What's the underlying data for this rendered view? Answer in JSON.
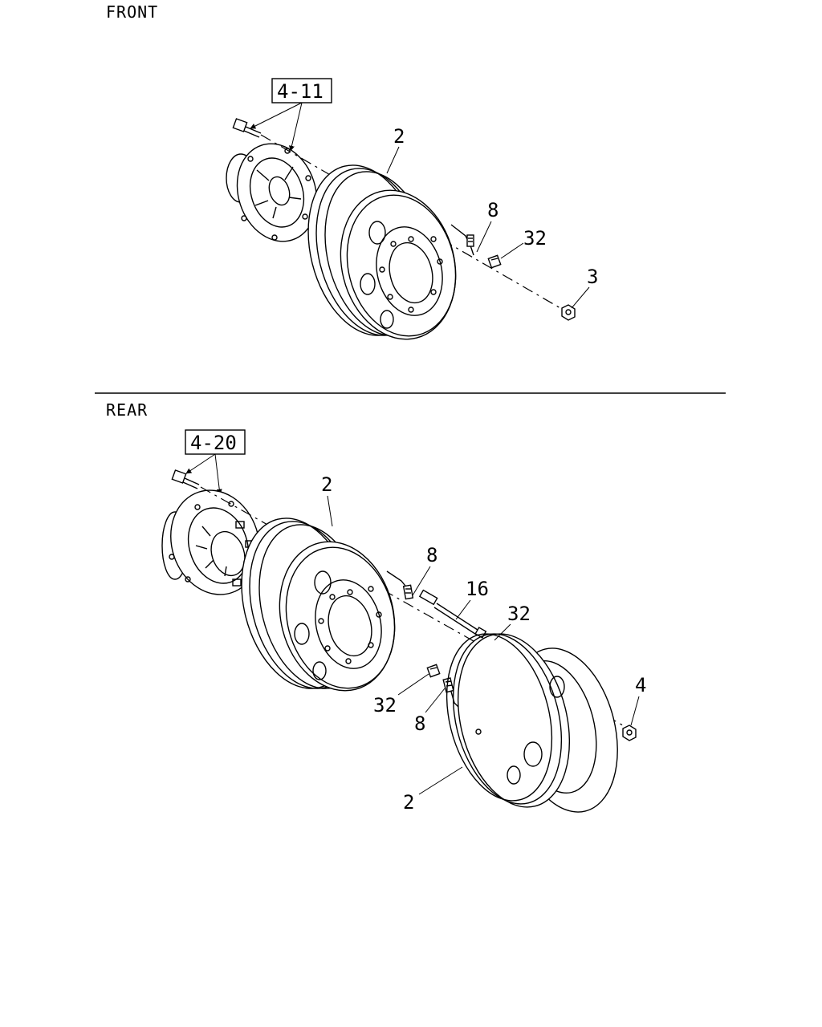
{
  "sections": {
    "front": "FRONT",
    "rear": "REAR"
  },
  "front": {
    "ref_box": "4-11",
    "callouts": {
      "rim": "2",
      "valve": "8",
      "cap": "32",
      "nut": "3"
    }
  },
  "rear": {
    "ref_box": "4-20",
    "callouts": {
      "inner_rim": "2",
      "inner_valve": "8",
      "extension": "16",
      "inner_cap": "32",
      "outer_cap": "32",
      "outer_valve": "8",
      "nut": "4",
      "outer_rim": "2"
    }
  }
}
